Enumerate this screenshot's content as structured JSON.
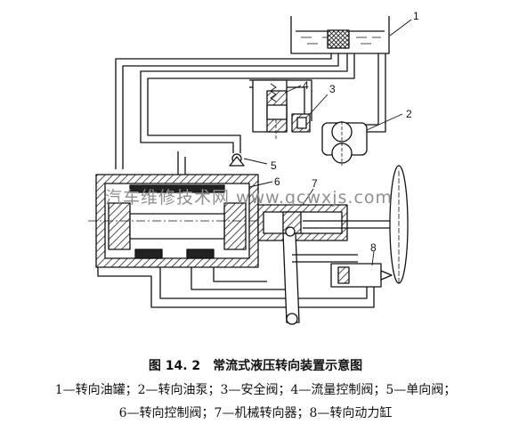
{
  "watermark": "汽车维修技术网 www.qcwxjs.com",
  "callouts": [
    "1",
    "2",
    "3",
    "4",
    "5",
    "6",
    "7",
    "8"
  ],
  "caption": {
    "figure_number": "图 14. 2",
    "title": "常流式液压转向装置示意图",
    "legend_line1": "1—转向油罐；2—转向油泵；3—安全阀；4—流量控制阀；5—单向阀；",
    "legend_line2": "6—转向控制阀；7—机械转向器；8—转向动力缸"
  }
}
